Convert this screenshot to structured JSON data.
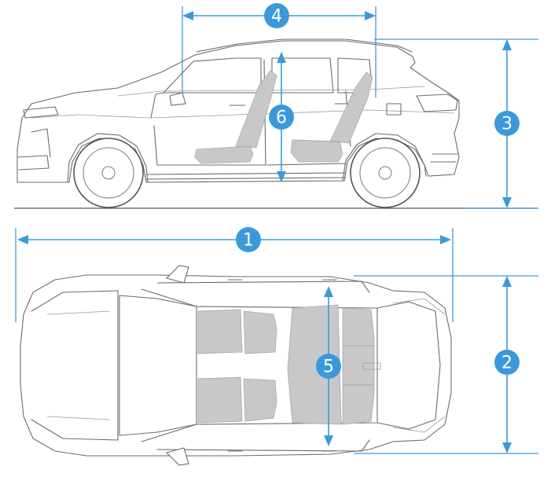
{
  "diagram": {
    "colors": {
      "accent": "#3a9ad9",
      "seat": "#c8c8c8",
      "outline": "#6b6b6b"
    },
    "badges": {
      "d1": "1",
      "d2": "2",
      "d3": "3",
      "d4": "4",
      "d5": "5",
      "d6": "6"
    }
  }
}
